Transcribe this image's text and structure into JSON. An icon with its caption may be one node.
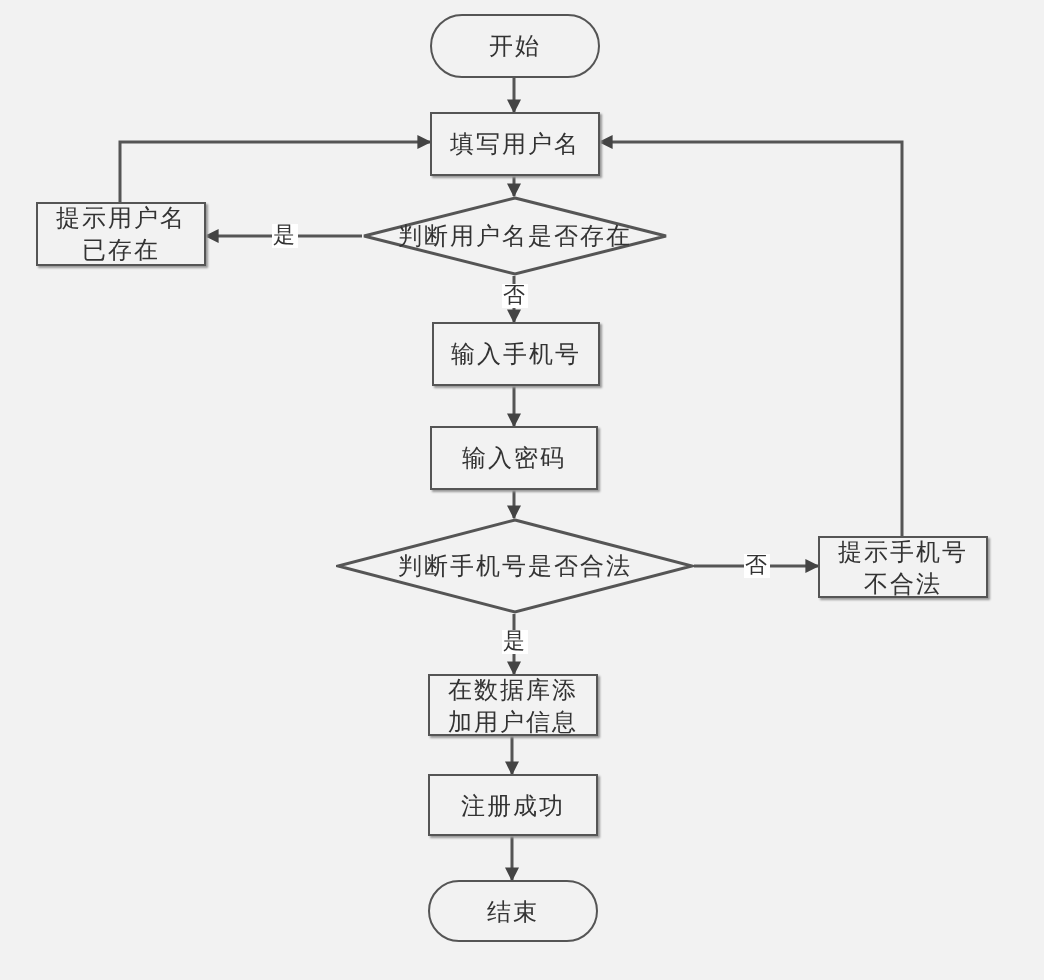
{
  "diagram": {
    "nodes": [
      {
        "text": [
          "开始"
        ]
      },
      {
        "text": [
          "填写用户名"
        ]
      },
      {
        "text": [
          "判断用户名是否存在"
        ]
      },
      {
        "text": [
          "提示用户名已存在"
        ]
      },
      {
        "text": [
          "输入手机号"
        ]
      },
      {
        "text": [
          "输入密码"
        ]
      },
      {
        "text": [
          "判断手机号是否合法"
        ]
      },
      {
        "text": [
          "提示手机号不合法"
        ]
      },
      {
        "text": [
          "在数据库添加用户信息"
        ]
      },
      {
        "text": [
          "注册成功"
        ]
      },
      {
        "text": [
          "结束"
        ]
      }
    ],
    "edges": [
      {
        "from": 0,
        "to": 1,
        "arrow": "to"
      },
      {
        "from": 1,
        "to": 2,
        "arrow": "to"
      },
      {
        "from": 2,
        "to": 3,
        "arrow": "to",
        "label": "是"
      },
      {
        "from": 3,
        "to": 1,
        "arrow": "to"
      },
      {
        "from": 2,
        "to": 4,
        "arrow": "to",
        "label": "否"
      },
      {
        "from": 4,
        "to": 5,
        "arrow": "to"
      },
      {
        "from": 5,
        "to": 6,
        "arrow": "to"
      },
      {
        "from": 6,
        "to": 7,
        "arrow": "to",
        "label": "否"
      },
      {
        "from": 7,
        "to": 1,
        "arrow": "to"
      },
      {
        "from": 6,
        "to": 8,
        "arrow": "to",
        "label": "是"
      },
      {
        "from": 8,
        "to": 9,
        "arrow": "to"
      },
      {
        "from": 9,
        "to": 10,
        "arrow": "to"
      }
    ]
  }
}
